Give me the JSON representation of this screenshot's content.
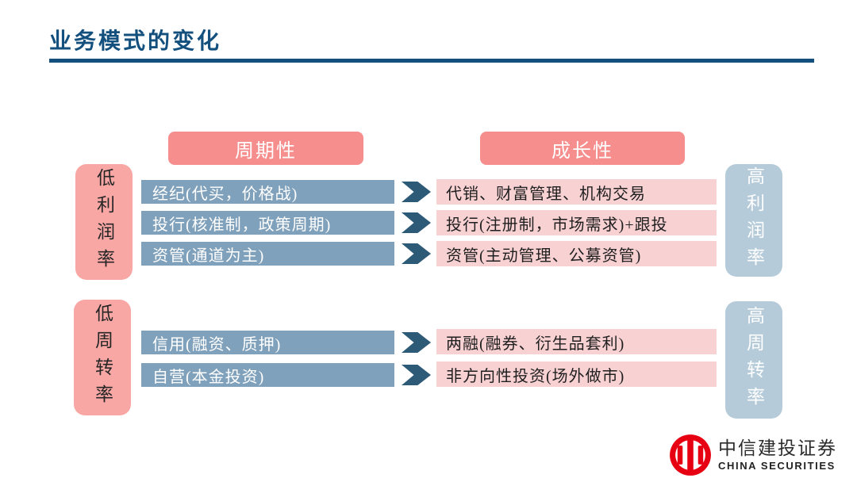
{
  "title": "业务模式的变化",
  "headers": {
    "cyclical": "周期性",
    "growth": "成长性"
  },
  "groups": [
    {
      "left_label": "低利润率",
      "right_label": "高利润率",
      "rows": [
        {
          "from": "经纪(代买，价格战)",
          "to": "代销、财富管理、机构交易"
        },
        {
          "from": "投行(核准制，政策周期)",
          "to": "投行(注册制，市场需求)+跟投"
        },
        {
          "from": "资管(通道为主)",
          "to": "资管(主动管理、公募资管)"
        }
      ]
    },
    {
      "left_label": "低周转率",
      "right_label": "高周转率",
      "rows": [
        {
          "from": "信用(融资、质押)",
          "to": "两融(融券、衍生品套利)"
        },
        {
          "from": "自营(本金投资)",
          "to": "非方向性投资(场外做市)"
        }
      ]
    }
  ],
  "logo": {
    "name_cn": "中信建投证券",
    "name_en": "CHINA SECURITIES"
  },
  "colors": {
    "title_navy": "#14507E",
    "salmon": "#F68E8D",
    "pink_side": "#F9A7A5",
    "pink_pale": "#F8D1D3",
    "steel_blue": "#80A1BB",
    "light_blue": "#B5CBDA",
    "arrow_navy": "#2D5A77",
    "logo_red": "#E60012"
  }
}
